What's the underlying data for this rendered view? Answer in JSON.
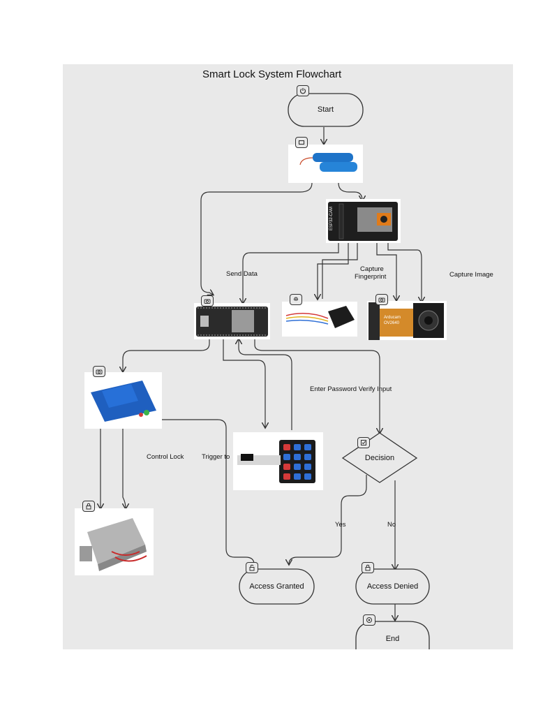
{
  "title": "Smart Lock System Flowchart",
  "nodes": {
    "start": "Start",
    "decision": "Decision",
    "access_granted": "Access Granted",
    "access_denied": "Access Denied",
    "end": "End"
  },
  "edge_labels": {
    "send_data": "Send Data",
    "capture_fingerprint_1": "Capture",
    "capture_fingerprint_2": "Fingerprint",
    "capture_image": "Capture Image",
    "enter_password": "Enter Password Verify Input",
    "control_lock": "Control Lock",
    "trigger": "Trigger to",
    "yes": "Yes",
    "no": "No"
  },
  "component_text": {
    "esp32_cam_label": "ESP32-CAM",
    "camera_label_1": "Arducam",
    "camera_label_2": "OV2640"
  },
  "icons": {
    "start": "power-icon",
    "battery": "box-icon",
    "controller": "camera-icon",
    "fingerprint": "fingerprint-icon",
    "camera": "camera-icon",
    "relay": "camera-icon",
    "decision": "checkbox-icon",
    "solenoid": "lock-icon",
    "access_granted": "unlock-icon",
    "access_denied": "lock-icon",
    "end": "target-icon"
  },
  "colors": {
    "background": "#e9e9e9",
    "stroke": "#333333",
    "relay_blue": "#1f5fbf",
    "battery_blue": "#1e73c8",
    "pcb_dark": "#2b2b2b",
    "keypad_red": "#d43a3a",
    "keypad_blue": "#2f6fd6"
  }
}
